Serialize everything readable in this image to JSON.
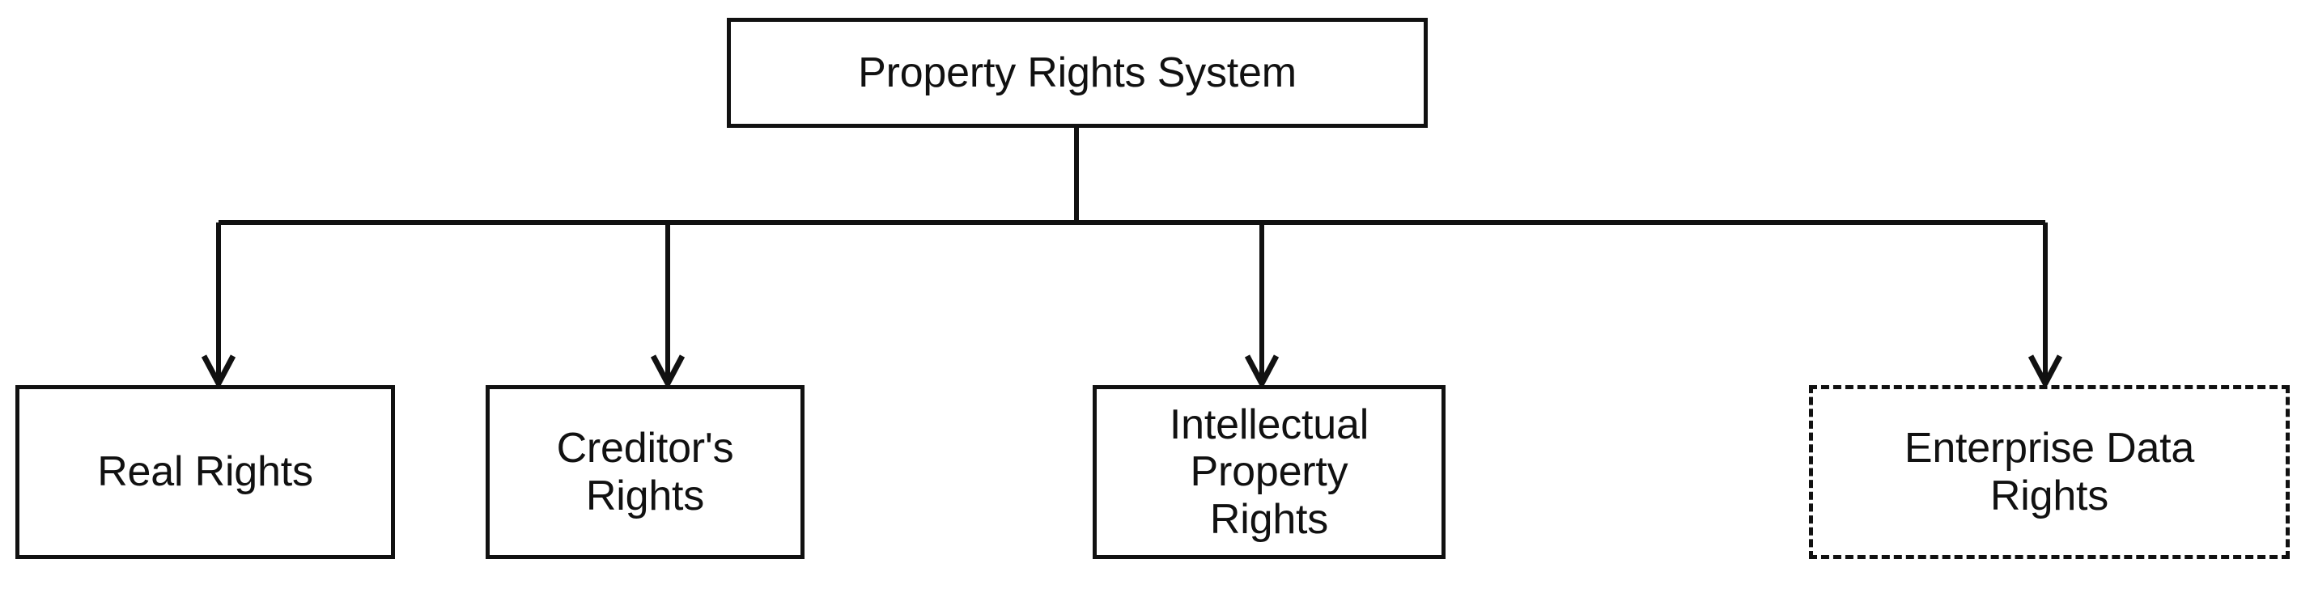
{
  "diagram": {
    "type": "hierarchy-tree",
    "orientation": "top-down",
    "background_color": "#ffffff",
    "line_color": "#111111",
    "text_color": "#111111",
    "root": {
      "id": "root",
      "label": "Property Rights System",
      "border_style": "solid"
    },
    "children": [
      {
        "id": "child-0",
        "label": "Real Rights",
        "border_style": "solid"
      },
      {
        "id": "child-1",
        "label": "Creditor's Rights",
        "border_style": "solid"
      },
      {
        "id": "child-2",
        "label": "Intellectual Property\nRights",
        "border_style": "solid"
      },
      {
        "id": "child-3",
        "label": "Enterprise Data\nRights",
        "border_style": "dashed"
      }
    ],
    "edges": [
      {
        "from": "root",
        "to": "child-0",
        "arrow": "open-v",
        "style": "solid"
      },
      {
        "from": "root",
        "to": "child-1",
        "arrow": "open-v",
        "style": "solid"
      },
      {
        "from": "root",
        "to": "child-2",
        "arrow": "open-v",
        "style": "solid"
      },
      {
        "from": "root",
        "to": "child-3",
        "arrow": "open-v",
        "style": "solid"
      }
    ]
  }
}
